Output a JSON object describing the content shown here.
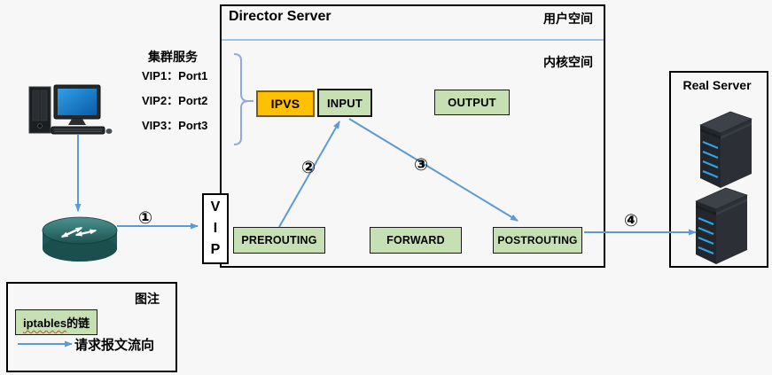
{
  "diagram": {
    "director": {
      "title": "Director Server",
      "user_space_label": "用户空间",
      "kernel_space_label": "内核空间",
      "vip_letters": [
        "V",
        "I",
        "P"
      ],
      "boxes": {
        "ipvs": "IPVS",
        "input": "INPUT",
        "output": "OUTPUT",
        "prerouting": "PREROUTING",
        "forward": "FORWARD",
        "postrouting": "POSTROUTING"
      }
    },
    "cluster_service": {
      "heading": "集群服务",
      "items": [
        "VIP1：Port1",
        "VIP2：Port2",
        "VIP3：Port3"
      ]
    },
    "real_server": {
      "title": "Real Server"
    },
    "legend": {
      "title": "图注",
      "chain_label_en": "iptables",
      "chain_label_zh": "的链",
      "flow_label": "请求报文流向"
    },
    "flow_steps": {
      "n1": "①",
      "n2": "②",
      "n3": "③",
      "n4": "④"
    },
    "icons": {
      "client": "desktop-computer-icon",
      "router": "router-icon",
      "server": "server-tower-icon"
    }
  },
  "colors": {
    "arrow": "#5B9BD5",
    "ipvs-fill": "#FFC000",
    "ipvs-border": "#7F6000",
    "chain-fill": "#C6E0B4",
    "chain-border": "#1a1a1a",
    "brace": "#8FAADC",
    "separator": "#9DC3E6"
  }
}
